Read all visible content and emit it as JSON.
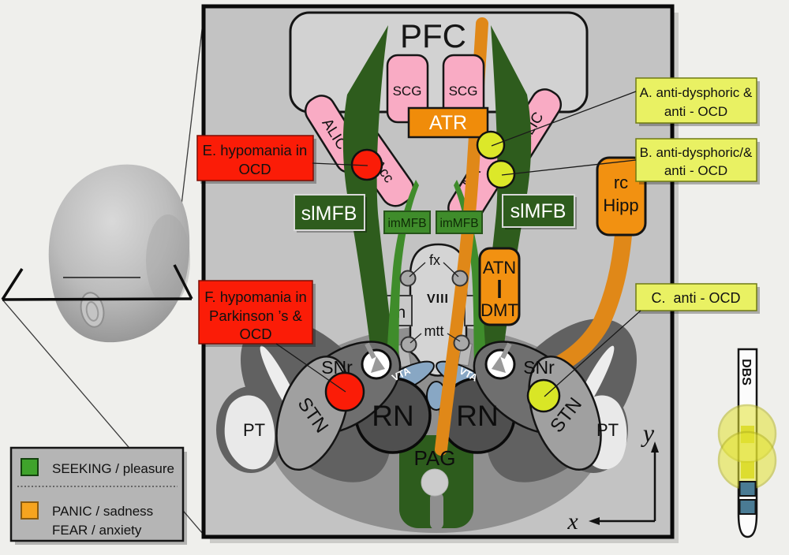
{
  "diagram": {
    "title": "PFC",
    "regions": {
      "scg": "SCG",
      "atr": "ATR",
      "alic": "ALIC",
      "nacc": "NAcc",
      "na": "NA",
      "slmfb": "slMFB",
      "immfb": "imMFB",
      "rc_hipp_line1": "rc",
      "rc_hipp_line2": "Hipp",
      "fx": "fx",
      "third_ventricle": "VIII",
      "mtt": "mtt",
      "lh": "lh",
      "atn": "ATN",
      "dmt": "DMT",
      "snr": "SNr",
      "stn": "STN",
      "pt": "PT",
      "vta": "VTA",
      "rn": "RN",
      "pag": "PAG"
    },
    "callouts": {
      "a": {
        "line1": "A. anti-dysphoric &",
        "line2": "anti - OCD"
      },
      "b": {
        "line1": "B. anti-dysphoric/&",
        "line2": "anti - OCD"
      },
      "c": {
        "line1": "C.  anti - OCD"
      },
      "e": {
        "line1": "E. hypomania in",
        "line2": "OCD"
      },
      "f": {
        "line1": "F. hypomania in",
        "line2": "Parkinson ’s &",
        "line3": "OCD"
      }
    },
    "axes": {
      "x": "x",
      "y": "y"
    }
  },
  "legend": {
    "seeking_label": "SEEKING / pleasure",
    "panic_label": "PANIC / sadness",
    "fear_label": "FEAR / anxiety"
  },
  "electrode": {
    "label": "DBS"
  },
  "colors": {
    "seeking_green": "#2e5c1d",
    "mfb_green": "#3f8c2b",
    "panic_orange": "#ef8d0e",
    "pink": "#f9abc4",
    "alert_red": "#fb1c07",
    "callout_yellow": "#e9f163",
    "marker_yellow": "#dce829",
    "vta_blue": "#88a7c4"
  }
}
